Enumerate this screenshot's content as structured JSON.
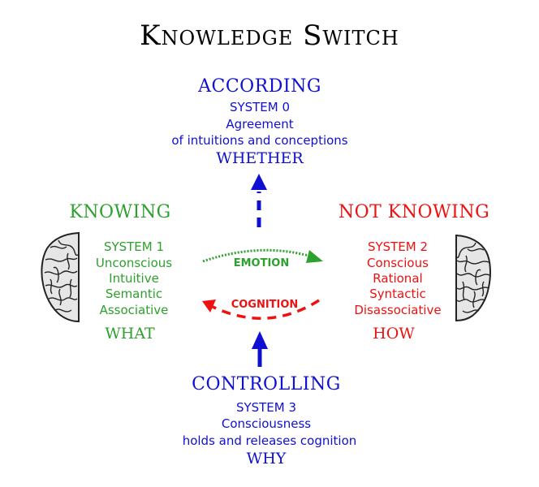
{
  "title": "Knowledge Switch",
  "top": {
    "heading": "ACCORDING",
    "lines": [
      "SYSTEM 0",
      "Agreement",
      "of intuitions and conceptions"
    ],
    "footer": "WHETHER"
  },
  "left": {
    "heading": "KNOWING",
    "lines": [
      "SYSTEM 1",
      "Unconscious",
      "Intuitive",
      "Semantic",
      "Associative"
    ],
    "footer": "WHAT"
  },
  "right": {
    "heading": "NOT KNOWING",
    "lines": [
      "SYSTEM 2",
      "Conscious",
      "Rational",
      "Syntactic",
      "Disassociative"
    ],
    "footer": "HOW"
  },
  "bottom": {
    "heading": "CONTROLLING",
    "lines": [
      "SYSTEM 3",
      "Consciousness",
      "holds and releases cognition"
    ],
    "footer": "WHY"
  },
  "arrows": {
    "emotion": "EMOTION",
    "cognition": "COGNITION"
  },
  "colors": {
    "blue": "#1010d0",
    "green": "#2ea02e",
    "red": "#ee1111"
  },
  "icons": {
    "left_brain": "brain-left-hemisphere-icon",
    "right_brain": "brain-right-hemisphere-icon"
  }
}
